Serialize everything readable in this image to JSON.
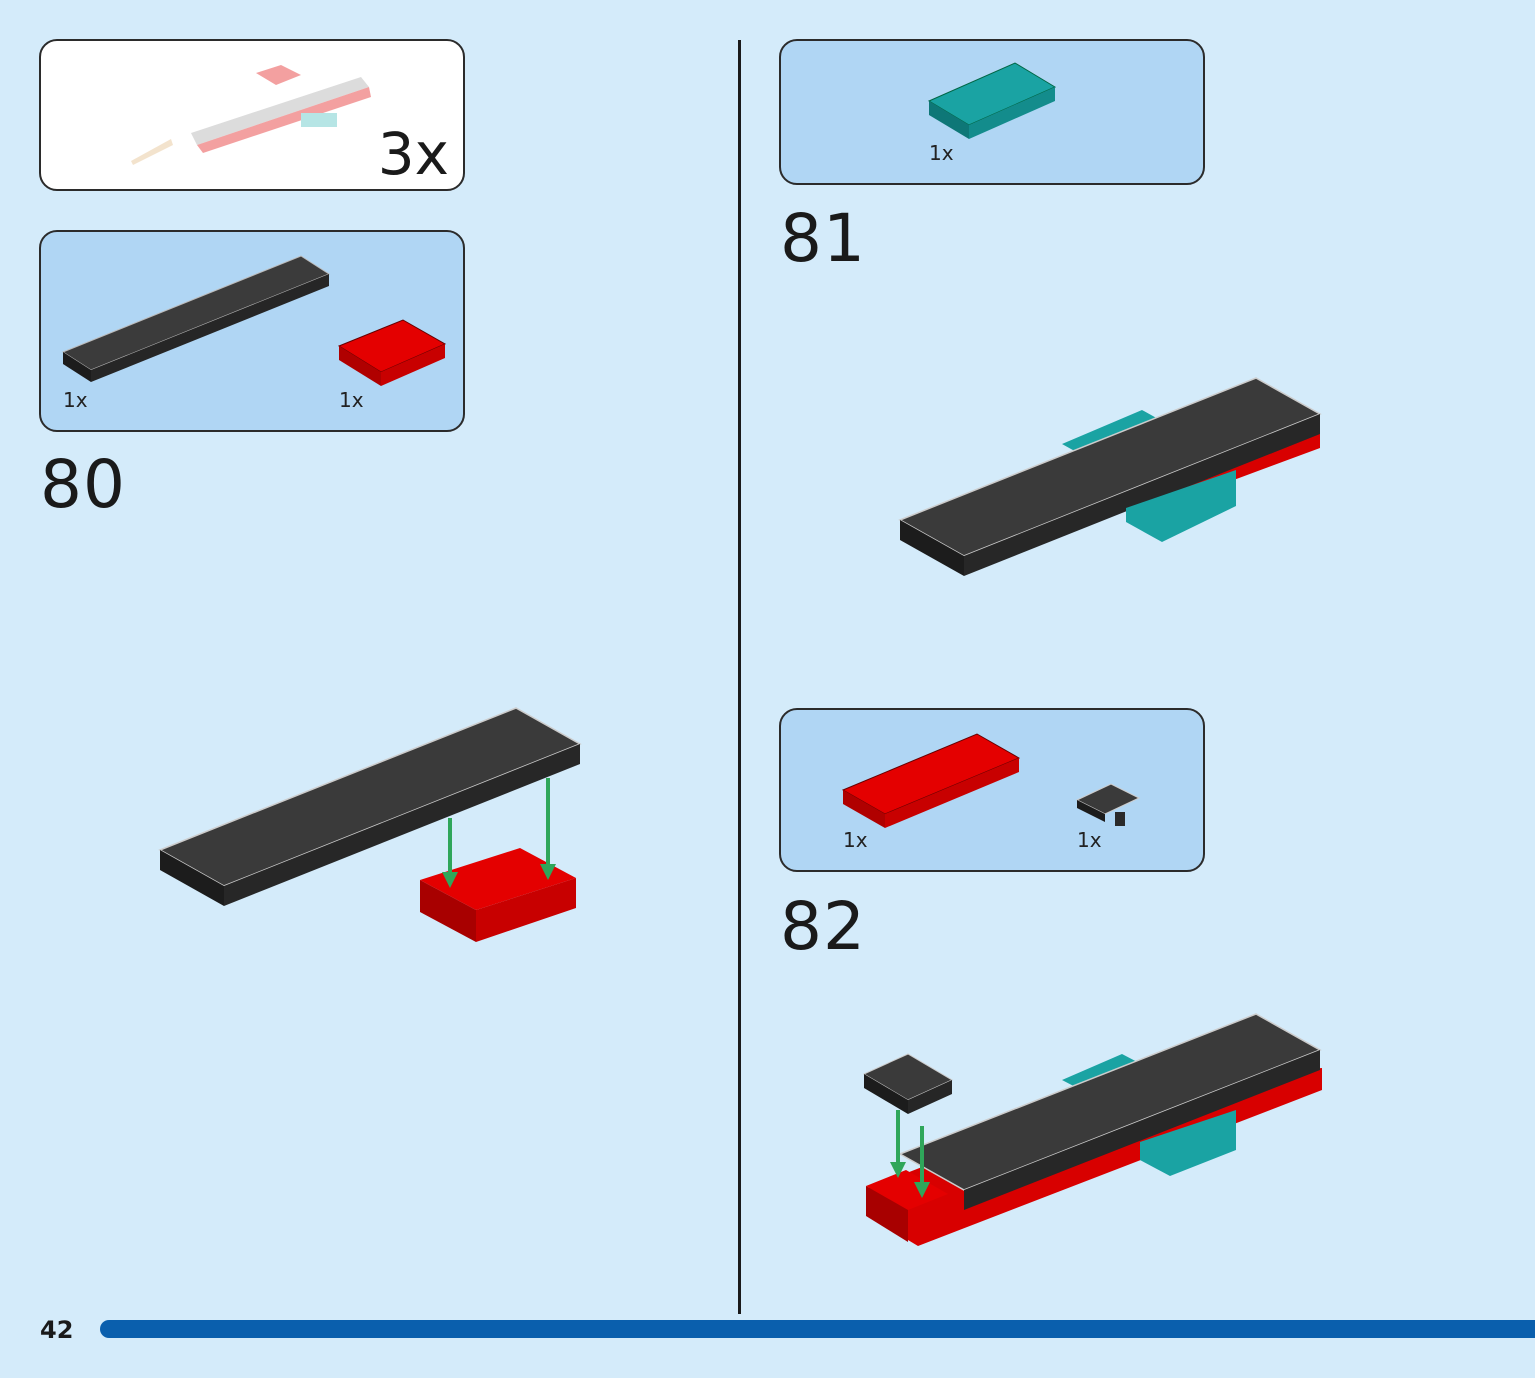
{
  "page": {
    "number": "42",
    "progress": 1.0
  },
  "colors": {
    "background": "#d4ebfa",
    "callout": "#b0d6f4",
    "accent_bar": "#0a5fad",
    "black_brick": "#2e2e2e",
    "red_brick": "#e00000",
    "teal_brick": "#1aa3a3",
    "arrow": "#2fa65a"
  },
  "submodel": {
    "multiplier": "3x"
  },
  "steps": [
    {
      "number": "80",
      "parts": [
        {
          "qty": "1x",
          "part": "black-plate-2x10"
        },
        {
          "qty": "1x",
          "part": "red-plate-2x3"
        }
      ]
    },
    {
      "number": "81",
      "parts": [
        {
          "qty": "1x",
          "part": "teal-plate-2x4"
        }
      ]
    },
    {
      "number": "82",
      "parts": [
        {
          "qty": "1x",
          "part": "red-plate-2x6"
        },
        {
          "qty": "1x",
          "part": "black-plate-clip"
        }
      ]
    }
  ]
}
